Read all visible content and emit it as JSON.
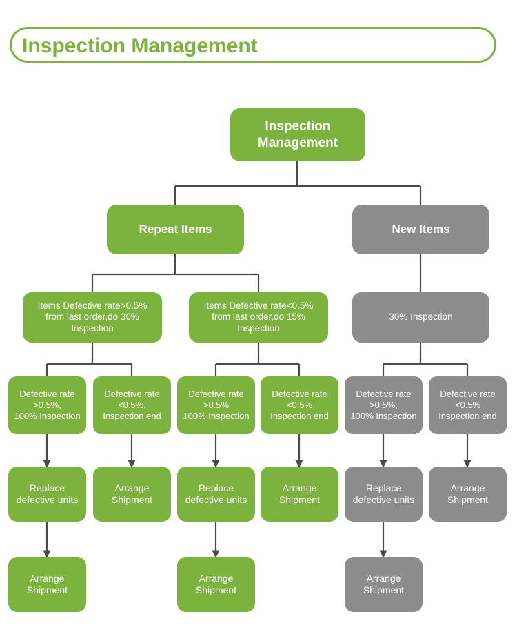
{
  "header": {
    "title": "Inspection Management"
  },
  "colors": {
    "green": "#7cb23e",
    "gray": "#8c8c8c",
    "connector": "#4a4a4a",
    "text_on_node": "#ffffff",
    "background": "#ffffff"
  },
  "chart_data": {
    "type": "diagram",
    "title": "Inspection Management",
    "orientation": "top-down tree",
    "nodes": [
      {
        "id": "root",
        "label": "Inspection\nManagement",
        "color": "green",
        "level": 0
      },
      {
        "id": "repeat",
        "label": "Repeat Items",
        "color": "green",
        "level": 1
      },
      {
        "id": "new",
        "label": "New Items",
        "color": "gray",
        "level": 1
      },
      {
        "id": "r-hi",
        "label": "Items Defective rate>0.5%\nfrom last order,do 30%\nInspection",
        "color": "green",
        "level": 2
      },
      {
        "id": "r-lo",
        "label": "Items Defective rate<0.5%\nfrom last order,do 15%\nInspection",
        "color": "green",
        "level": 2
      },
      {
        "id": "n-30",
        "label": "30% Inspection",
        "color": "gray",
        "level": 2
      },
      {
        "id": "d1",
        "label": "Defective rate\n>0.5%,\n100% Inspection",
        "color": "green",
        "level": 3
      },
      {
        "id": "d2",
        "label": "Defective rate\n<0.5%,\nInspection end",
        "color": "green",
        "level": 3
      },
      {
        "id": "d3",
        "label": "Defective rate\n>0.5%\n100% Inspection",
        "color": "green",
        "level": 3
      },
      {
        "id": "d4",
        "label": "Defective rate\n<0.5%\nInspection end",
        "color": "green",
        "level": 3
      },
      {
        "id": "d5",
        "label": "Defective rate\n>0.5%,\n100% Inspection",
        "color": "gray",
        "level": 3
      },
      {
        "id": "d6",
        "label": "Defective rate\n<0.5%\nInspection end",
        "color": "gray",
        "level": 3
      },
      {
        "id": "a1",
        "label": "Replace\ndefective units",
        "color": "green",
        "level": 4
      },
      {
        "id": "a2",
        "label": "Arrange\nShipment",
        "color": "green",
        "level": 4
      },
      {
        "id": "a3",
        "label": "Replace\ndefective units",
        "color": "green",
        "level": 4
      },
      {
        "id": "a4",
        "label": "Arrange\nShipment",
        "color": "green",
        "level": 4
      },
      {
        "id": "a5",
        "label": "Replace\ndefective units",
        "color": "gray",
        "level": 4
      },
      {
        "id": "a6",
        "label": "Arrange\nShipment",
        "color": "gray",
        "level": 4
      },
      {
        "id": "s1",
        "label": "Arrange\nShipment",
        "color": "green",
        "level": 5
      },
      {
        "id": "s2",
        "label": "Arrange\nShipment",
        "color": "green",
        "level": 5
      },
      {
        "id": "s3",
        "label": "Arrange\nShipment",
        "color": "gray",
        "level": 5
      }
    ],
    "edges": [
      {
        "from": "root",
        "to": "repeat",
        "style": "elbow"
      },
      {
        "from": "root",
        "to": "new",
        "style": "elbow"
      },
      {
        "from": "repeat",
        "to": "r-hi",
        "style": "elbow"
      },
      {
        "from": "repeat",
        "to": "r-lo",
        "style": "elbow"
      },
      {
        "from": "new",
        "to": "n-30",
        "style": "straight"
      },
      {
        "from": "r-hi",
        "to": "d1",
        "style": "elbow"
      },
      {
        "from": "r-hi",
        "to": "d2",
        "style": "elbow"
      },
      {
        "from": "r-lo",
        "to": "d3",
        "style": "elbow"
      },
      {
        "from": "r-lo",
        "to": "d4",
        "style": "elbow"
      },
      {
        "from": "n-30",
        "to": "d5",
        "style": "elbow"
      },
      {
        "from": "n-30",
        "to": "d6",
        "style": "elbow"
      },
      {
        "from": "d1",
        "to": "a1",
        "style": "arrow"
      },
      {
        "from": "d2",
        "to": "a2",
        "style": "arrow"
      },
      {
        "from": "d3",
        "to": "a3",
        "style": "arrow"
      },
      {
        "from": "d4",
        "to": "a4",
        "style": "arrow"
      },
      {
        "from": "d5",
        "to": "a5",
        "style": "arrow"
      },
      {
        "from": "d6",
        "to": "a6",
        "style": "arrow"
      },
      {
        "from": "a1",
        "to": "s1",
        "style": "arrow"
      },
      {
        "from": "a3",
        "to": "s2",
        "style": "arrow"
      },
      {
        "from": "a5",
        "to": "s3",
        "style": "arrow"
      }
    ]
  }
}
